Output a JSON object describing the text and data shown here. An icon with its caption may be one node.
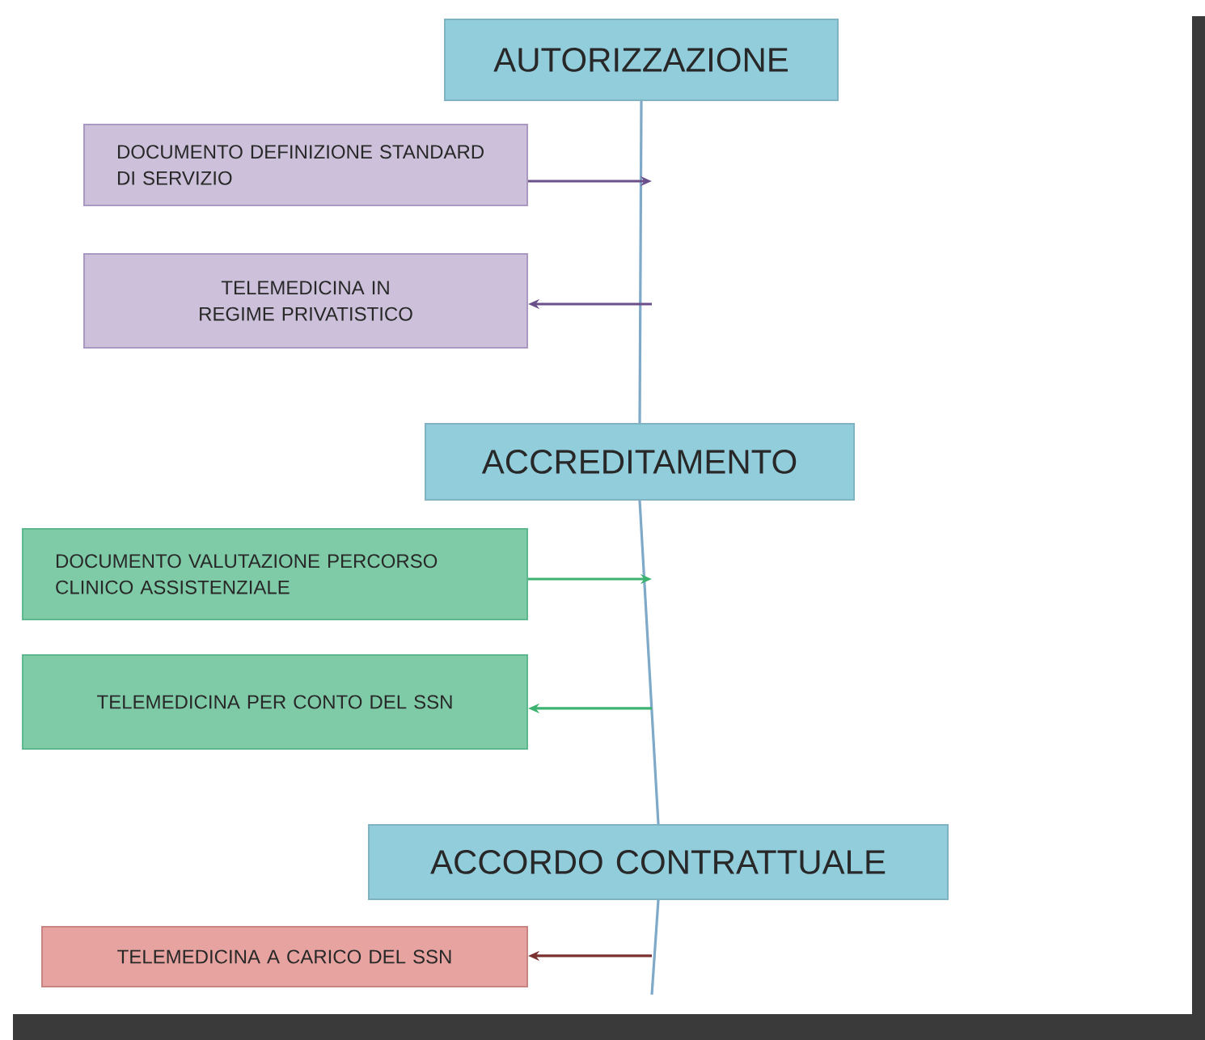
{
  "diagram": {
    "nodes": [
      {
        "text": [
          "AUTORIZZAZIONE"
        ]
      },
      {
        "text": [
          "DOCUMENTO  DEFINIZIONE STANDARD DI SERVIZIO"
        ]
      },
      {
        "text": [
          "TELEMEDICINA IN REGIME PRIVATISTICO"
        ]
      },
      {
        "text": [
          "ACCREDITAMENTO"
        ]
      },
      {
        "text": [
          "DOCUMENTO  VALUTAZIONE PERCORSO CLINICO ASSISTENZIALE"
        ]
      },
      {
        "text": [
          "TELEMEDICINA PER CONTO DEL SSN"
        ]
      },
      {
        "text": [
          "ACCORDO CONTRATTUALE"
        ]
      },
      {
        "text": [
          "TELEMEDICINA A CARICO DEL SSN"
        ]
      }
    ],
    "edges": [
      {
        "from": 0,
        "to": 3,
        "arrow": "none"
      },
      {
        "from": 1,
        "to": null,
        "arrow": "to",
        "color": "#6b4f8a"
      },
      {
        "from": null,
        "to": 2,
        "arrow": "to",
        "color": "#6b4f8a"
      },
      {
        "from": 3,
        "to": 6,
        "arrow": "none"
      },
      {
        "from": 4,
        "to": null,
        "arrow": "to",
        "color": "#3cb371"
      },
      {
        "from": null,
        "to": 5,
        "arrow": "to",
        "color": "#3cb371"
      },
      {
        "from": 6,
        "to": null,
        "arrow": "none"
      },
      {
        "from": null,
        "to": 7,
        "arrow": "to",
        "color": "#7b3030"
      }
    ]
  }
}
